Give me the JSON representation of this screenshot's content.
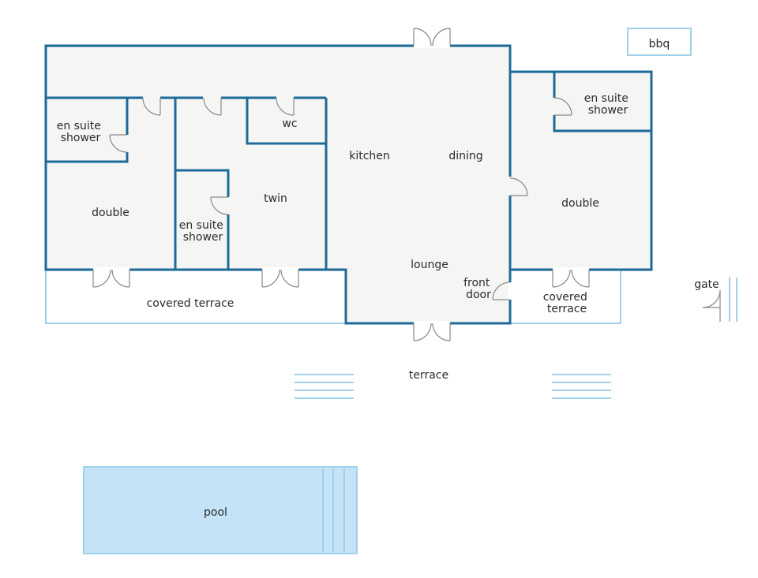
{
  "plan": {
    "labels": {
      "bbq": "bbq",
      "en_suite_shower_left": [
        "en suite",
        "shower"
      ],
      "double_left": "double",
      "en_suite_shower_mid": [
        "en suite",
        "shower"
      ],
      "wc": "wc",
      "twin": "twin",
      "kitchen": "kitchen",
      "dining": "dining",
      "lounge": "lounge",
      "front_door": [
        "front",
        "door"
      ],
      "en_suite_shower_right": [
        "en suite",
        "shower"
      ],
      "double_right": "double",
      "covered_terrace_left": "covered terrace",
      "covered_terrace_right": [
        "covered",
        "terrace"
      ],
      "gate": "gate",
      "terrace": "terrace",
      "pool": "pool"
    },
    "colors": {
      "wall": "#1d6a98",
      "light_outline": "#9fd1ea",
      "floor": "#f5f5f4",
      "pool": "#c5e3f7",
      "door": "#8a8a8a"
    }
  }
}
